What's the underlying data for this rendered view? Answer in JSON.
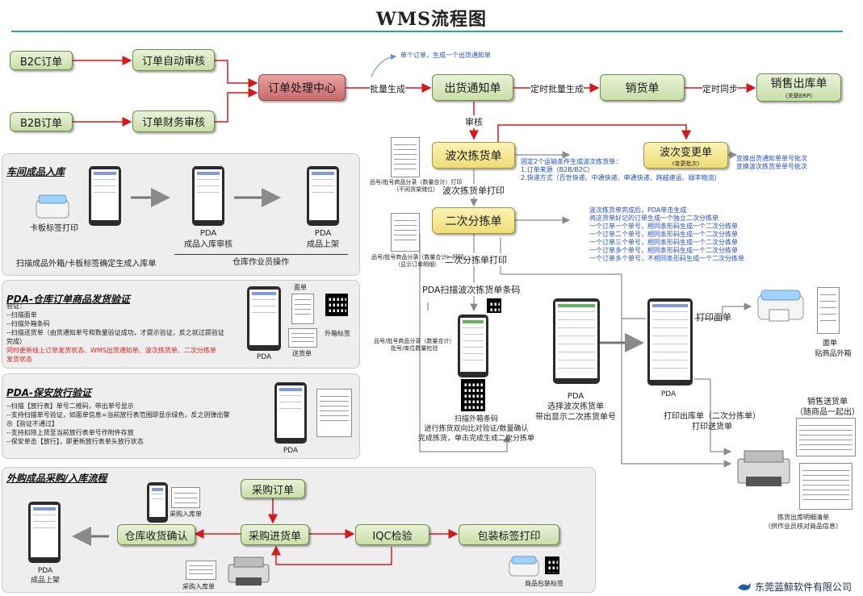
{
  "title": "WMS流程图",
  "nodes": {
    "b2c": "B2C订单",
    "b2b": "B2B订单",
    "auto_review": "订单自动审核",
    "finance_review": "订单财务审核",
    "order_center": "订单处理中心",
    "ship_notice": "出货通知单",
    "sales": "销货单",
    "sales_out": "销售出库单",
    "sales_out_sub": "(关联ERP)",
    "wave_pick": "波次拣货单",
    "wave_change": "波次变更单",
    "wave_change_sub": "(变更批次)",
    "second_sort": "二次分拣单",
    "purchase_order": "采购订单",
    "purchase_receipt": "采购进货单",
    "warehouse_confirm": "仓库收货确认",
    "iqc": "IQC检验",
    "pack_label": "包装标签打印"
  },
  "labels": {
    "batch_gen": "批量生成",
    "timed_batch_gen": "定时批量生成",
    "timed_sync": "定时同步",
    "review": "审核",
    "wave_print": "波次拣货单打印",
    "second_print": "二次分拣单打印",
    "pda_scan_wave": "PDA扫描波次拣货单条码",
    "single_order_note": "单个订单，生成一个出货通知单",
    "print_face": "打印面单",
    "face_single": "面单",
    "stick_box": "贴商品外箱",
    "print_out_docs": "打印出库单（二次分拣单）\n打印送货单",
    "delivery_note": "销售送货单\n（随商品一起出）",
    "pick_detail": "拣货出库明细清单\n（供作业员核对商品信息）",
    "pda": "PDA",
    "pda_choose": "PDA\n选择波次拣货单\n带出显示二次拣货单号",
    "scan_item": "扫描外箱条码\n进行拣货双向比对验证/数量确认\n完成拣货，单击完成生成二次分拣单",
    "doc_left_1": "品号/批号商品分录（数量合计）打印\n（不同货架储位）",
    "doc_left_2": "品号/批号商品分录（数量合计）打印\n（显示订单明细）",
    "doc_left_3": "品号/批号商品分录（数量合计）\n批号/库位数量检验"
  },
  "notes": {
    "wave_rules": "固定2个运输条件生成波次拣货单：\n1.订单来源（B2B/B2C）\n2.快递方式（百世快递、中通快递、申通快递、跨越速运、顺丰物流）",
    "wave_change_note": "变换出货通知单单号批次\n变换波次拣货单单号批次",
    "second_rules": "波次拣货单完成后，PDA单击生成\n将这货单好记的订单生成一个独立二次分拣单\n一个订单一个单号，相同条形码生成一个二次分拣单\n一个订单二个单号，相同条形码生成一个二次分拣单\n一个订单三个单号，相同条形码生成一个二次分拣单\n一个订单多个单号，相同条形码生成一个二次分拣单\n一个订单多个单号，不相同条形码生成一个二次分拣单"
  },
  "panel1": {
    "title": "车间成品入库",
    "card_print": "卡板标签打印",
    "pda_review": "PDA\n成品入库审核",
    "pda_shelf": "PDA\n成品上架",
    "scan_note": "扫描成品外箱/卡板标签确定生成入库单",
    "ops": "仓库作业员操作"
  },
  "panel2": {
    "title": "PDA-仓库订单商品发货验证",
    "lines": "验证：\n--扫描面单\n--扫描外箱条码\n--扫描送货单（由货通知单号和数量验证成功，才提示验证，反之就过提验证\n完成）",
    "red": "同时更新线上订单发货状态、WMS出货通知单、波次拣货单、二次分拣单\n发货状态",
    "face": "面单",
    "outer": "外箱标签",
    "delivery": "送货单",
    "pda": "PDA"
  },
  "panel3": {
    "title": "PDA-保安放行验证",
    "lines": "--扫描【放行表】单号二维码，带出单号显示\n--支持扫描单号验证，如面单信息=当前放行表范围即显示绿色，反之则弹出警\n示【验证不通过】\n--支持扣除上货至当前放行表单号作附件存放\n--保安单击【放行】，即更新放行表单头放行状态",
    "pda": "PDA"
  },
  "panel4": {
    "title": "外购成品采购/入库流程",
    "purchase_doc": "采购入库单",
    "purchase_doc2": "采购入库单",
    "pack_label": "商品包装标签",
    "pda_shelf": "PDA\n成品上架"
  },
  "company": "东莞蓝鲸软件有限公司",
  "colors": {
    "green": "#c9dea8",
    "red": "#c96a6a",
    "yellow": "#efdd76",
    "arrow": "#d4191c",
    "teal": "#2ba79a",
    "blue_text": "#1f4fcf"
  }
}
